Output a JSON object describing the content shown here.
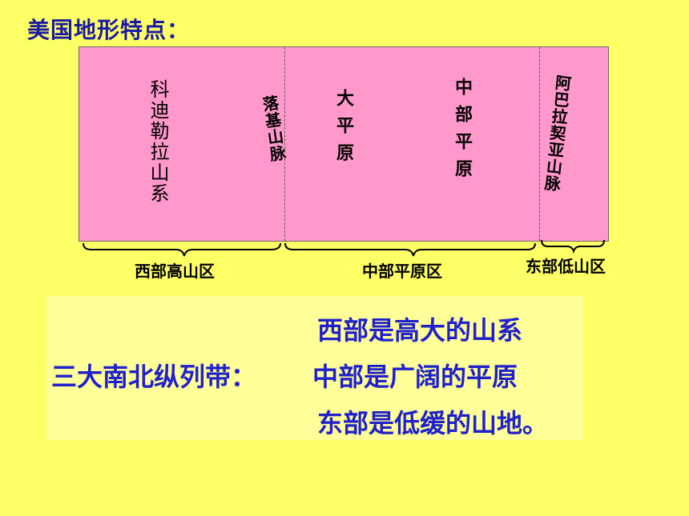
{
  "title": "美国地形特点：",
  "map": {
    "labels": {
      "west_range": "科迪勒拉山系",
      "rocky": "落基山脉",
      "great_plains": "大平原",
      "central_plain": "中部平原",
      "appalachian": "阿巴拉契亚山脉"
    },
    "regions": {
      "west": "西部高山区",
      "middle": "中部平原区",
      "east": "东部低山区"
    },
    "colors": {
      "map_fill": "#FF99CC",
      "background": "#FFFF66",
      "summary_fill": "#FFFF99",
      "summary_text": "#2020CC"
    }
  },
  "summary": {
    "lead": "三大南北纵列带：",
    "lines": [
      "西部是高大的山系",
      "中部是广阔的平原",
      "东部是低缓的山地。"
    ]
  }
}
